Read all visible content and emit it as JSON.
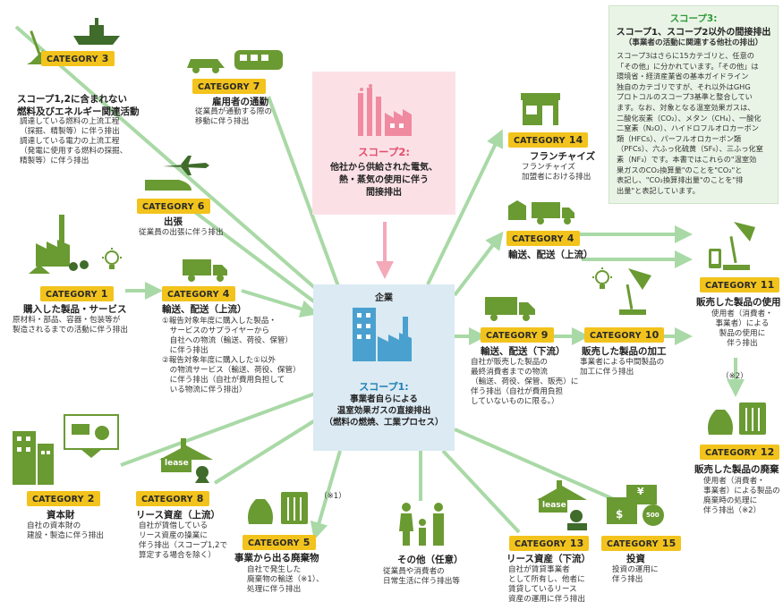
{
  "scope3": {
    "title": "スコープ3:",
    "subtitle": "スコープ1、スコープ2以外の間接排出",
    "note": "（事業者の活動に関連する他社の排出）",
    "body": "スコープ3はさらに15カテゴリと、任意の\n「その他」に分かれています。「その他」は\n環境省・経済産業省の基本ガイドライン\n独自のカテゴリですが、それ以外はGHG\nプロトコルのスコープ3基準と整合してい\nます。なお、対象となる温室効果ガスは、\n二酸化炭素（CO₂）、メタン（CH₄）、一酸化\n二窒素（N₂O）、ハイドロフルオロカーボン\n類（HFCs）、パーフルオロカーボン類\n（PFCs）、六ふっ化硫黄（SF₆）、三ふっ化窒\n素（NF₃）です。本書ではこれらの\"温室効\n果ガスのCO₂換算量\"のことを\"CO₂\"と\n表記し、\"CO₂換算排出量\"のことを\"排\n出量\"と表記しています。"
  },
  "scope2": {
    "title": "スコープ2:",
    "desc": "他社から供給された電気、\n熱・蒸気の使用に伴う\n間接排出"
  },
  "center": {
    "label": "企業",
    "title": "スコープ1:",
    "desc": "事業者自らによる\n温室効果ガスの直接排出\n（燃料の燃焼、工業プロセス）"
  },
  "category_word": "CATEGORY",
  "categories": [
    {
      "num": "3",
      "title": "スコープ1,2に含まれない",
      "title2": "燃料及びエネルギー関連活動",
      "desc": "調達している燃料の上流工程\n（採掘、精製等）に伴う排出\n調達している電力の上流工程\n（発電に使用する燃料の採掘、\n精製等）に伴う排出"
    },
    {
      "num": "7",
      "title": "雇用者の通勤",
      "desc": "従業員が通勤する際の\n移動に伴う排出"
    },
    {
      "num": "6",
      "title": "出張",
      "desc": "従業員の出張に伴う排出"
    },
    {
      "num": "1",
      "title": "購入した製品・サービス",
      "desc": "原材料・部品、容器・包装等が\n製造されるまでの活動に伴う排出"
    },
    {
      "num": "4",
      "title": "輸送、配送（上流）",
      "desc": "①報告対象年度に購入した製品・\n　サービスのサプライヤーから\n　自社への物流（輸送、荷役、保管）\n　に伴う排出\n②報告対象年度に購入した①以外\n　の物流サービス（輸送、荷役、保管）\n　に伴う排出（自社が費用負担して\n　いる物流に伴う排出）"
    },
    {
      "num": "2",
      "title": "資本財",
      "desc": "自社の資本財の\n建設・製造に伴う排出"
    },
    {
      "num": "8",
      "title": "リース資産（上流）",
      "desc": "自社が賃借している\nリース資産の操業に\n伴う排出（スコープ1,2で\n算定する場合を除く）"
    },
    {
      "num": "5",
      "title": "事業から出る廃棄物",
      "desc": "自社で発生した\n廃棄物の輸送（※1）、\n処理に伴う排出"
    },
    {
      "num": "14",
      "title": "フランチャイズ",
      "desc": "フランチャイズ\n加盟者における排出"
    },
    {
      "num": "4",
      "title": "輸送、配送（上流）",
      "desc": ""
    },
    {
      "num": "11",
      "title": "販売した製品の使用",
      "desc": "使用者（消費者・\n事業者）による\n製品の使用に\n伴う排出"
    },
    {
      "num": "9",
      "title": "輸送、配送（下流）",
      "desc": "自社が販売した製品の\n最終消費者までの物流\n（輸送、荷役、保管、販売）に\n伴う排出（自社が費用負担\nしていないものに限る。）"
    },
    {
      "num": "10",
      "title": "販売した製品の加工",
      "desc": "事業者による中間製品の\n加工に伴う排出"
    },
    {
      "num": "12",
      "title": "販売した製品の廃棄",
      "desc": "使用者（消費者・\n事業者）による製品の\n廃棄時の処理に\n伴う排出（※2）"
    },
    {
      "num": "13",
      "title": "リース資産（下流）",
      "desc": "自社が賃貸事業者\nとして所有し、他者に\n賃貸しているリース\n資産の運用に伴う排出"
    },
    {
      "num": "15",
      "title": "投資",
      "desc": "投資の運用に\n伴う排出"
    }
  ],
  "other": {
    "title": "その他（任意）",
    "desc": "従業員や消費者の\n日常生活に伴う排出等"
  },
  "notes": {
    "n1": "（※1）",
    "n2": "（※2）"
  },
  "icon_labels": {
    "lease1": "lease",
    "lease2": "lease",
    "yen": "¥",
    "coin": "500",
    "dollar": "$"
  },
  "colors": {
    "line": "#a9d9a6",
    "category": "#f2c31c",
    "scope2": "#e44d6e",
    "scope1": "#1f7fb4",
    "scope3": "#2e9a3a",
    "icon_green": "#6a9a32",
    "icon_dark": "#3f6b2b"
  }
}
